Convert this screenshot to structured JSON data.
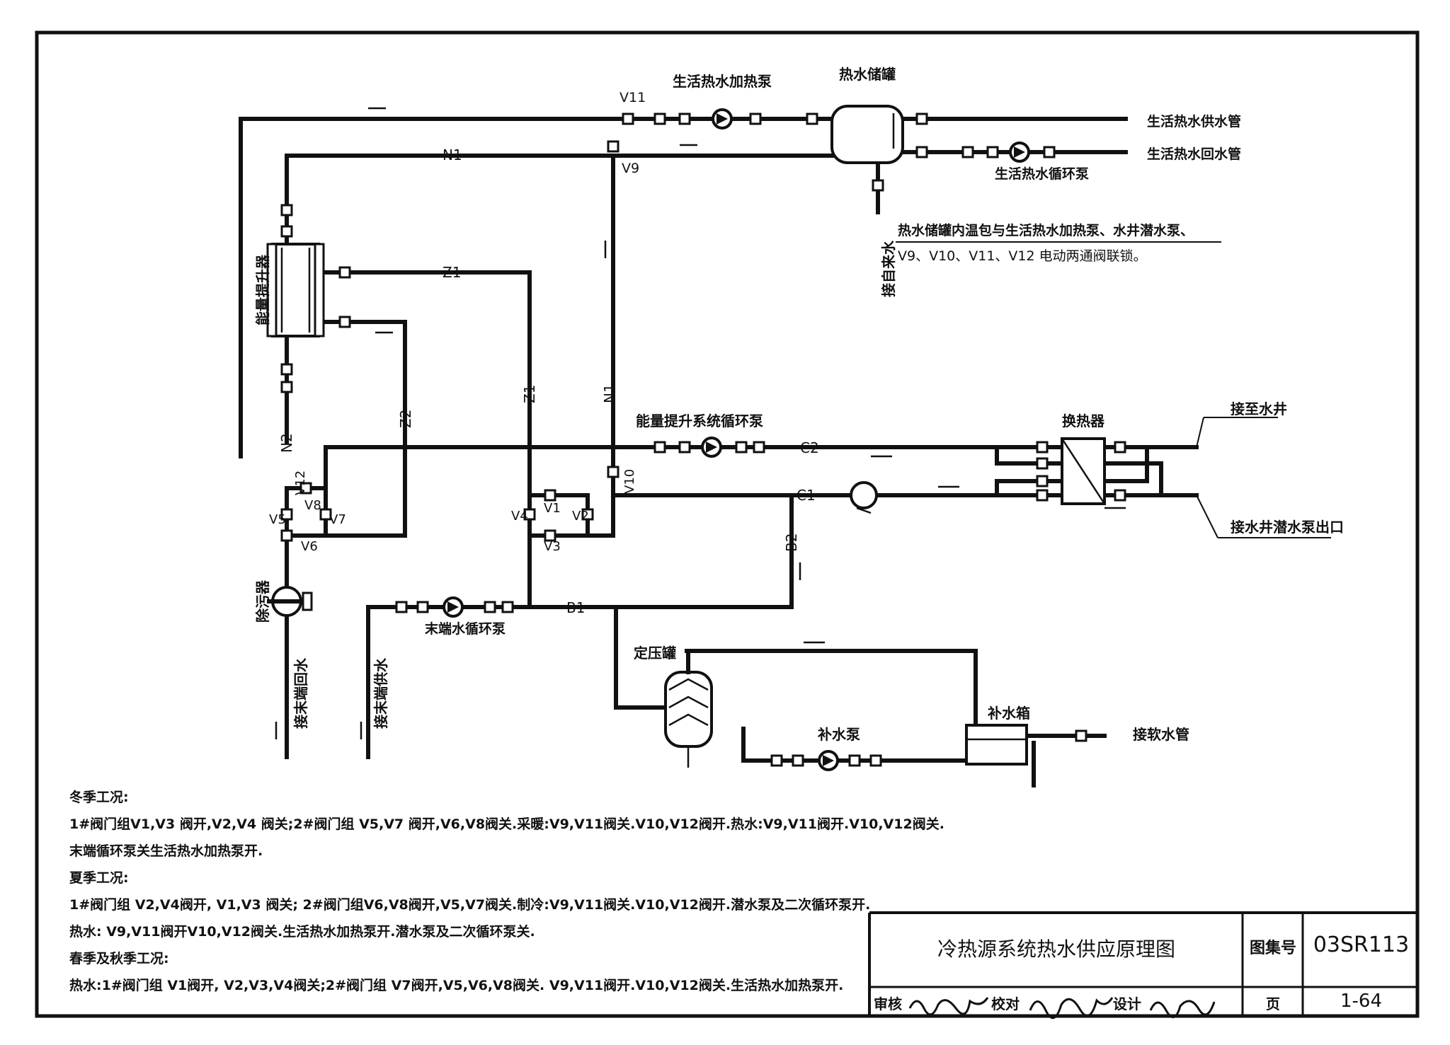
{
  "components": {
    "domestic_heating_pump": "生活热水加热泵",
    "hot_water_tank": "热水储罐",
    "domestic_supply_pipe": "生活热水供水管",
    "domestic_return_pipe": "生活热水回水管",
    "domestic_circ_pump": "生活热水循环泵",
    "city_water": "接自来水",
    "energy_booster": "能量提升器",
    "booster_circ_pump": "能量提升系统循环泵",
    "heat_exchanger": "换热器",
    "to_well": "接至水井",
    "well_pump_outlet": "接水井潜水泵出口",
    "strainer": "除污器",
    "end_circ_pump": "末端水循环泵",
    "end_return": "接末端回水",
    "end_supply": "接末端供水",
    "pressure_tank": "定压罐",
    "makeup_tank": "补水箱",
    "makeup_pump": "补水泵",
    "soft_water_pipe": "接软水管"
  },
  "interlock_note": {
    "line1": "热水储罐内温包与生活热水加热泵、水井潜水泵、",
    "line2": "V9、V10、V11、V12 电动两通阀联锁。"
  },
  "pipe_labels": {
    "n1": "N1",
    "n2": "N2",
    "z1": "Z1",
    "z2": "Z2",
    "c1": "C1",
    "c2": "C2",
    "b1": "B1",
    "b2": "B2"
  },
  "valve_labels": {
    "v1": "V1",
    "v2": "V2",
    "v3": "V3",
    "v4": "V4",
    "v5": "V5",
    "v6": "V6",
    "v7": "V7",
    "v8": "V8",
    "v9": "V9",
    "v10": "V10",
    "v11": "V11",
    "v12": "V12"
  },
  "notes": {
    "winter_title": "冬季工况:",
    "winter_1": "1#阀门组V1,V3 阀开,V2,V4 阀关;2#阀门组 V5,V7 阀开,V6,V8阀关.采暖:V9,V11阀关.V10,V12阀开.热水:V9,V11阀开.V10,V12阀关.",
    "winter_2": "末端循环泵关生活热水加热泵开.",
    "summer_title": "夏季工况:",
    "summer_1": "1#阀门组 V2,V4阀开, V1,V3 阀关; 2#阀门组V6,V8阀开,V5,V7阀关.制冷:V9,V11阀关.V10,V12阀开.潜水泵及二次循环泵开.",
    "summer_2": "热水: V9,V11阀开V10,V12阀关.生活热水加热泵开.潜水泵及二次循环泵关.",
    "spring_title": "春季及秋季工况:",
    "spring_1": "热水:1#阀门组 V1阀开, V2,V3,V4阀关;2#阀门组 V7阀开,V5,V6,V8阀关. V9,V11阀开.V10,V12阀关.生活热水加热泵开."
  },
  "title_block": {
    "title": "冷热源系统热水供应原理图",
    "atlas_label": "图集号",
    "atlas_no": "03SR113",
    "review_label": "审核",
    "check_label": "校对",
    "design_label": "设计",
    "page_label": "页",
    "page_no": "1-64"
  }
}
